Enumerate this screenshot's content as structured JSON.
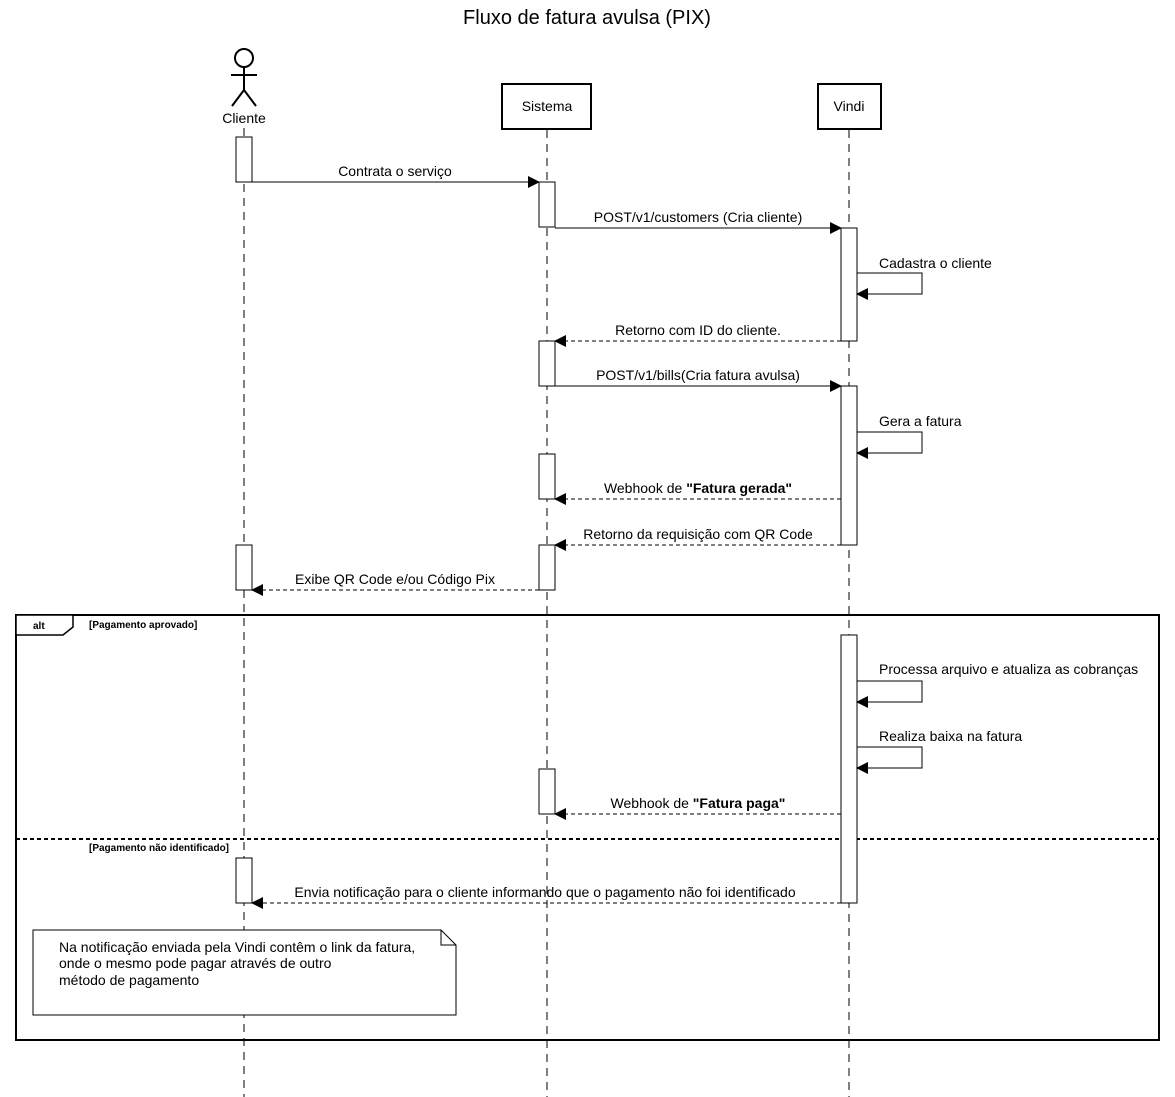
{
  "title": "Fluxo de fatura avulsa (PIX)",
  "participants": [
    {
      "id": "cliente",
      "label": "Cliente",
      "kind": "actor"
    },
    {
      "id": "sistema",
      "label": "Sistema",
      "kind": "box"
    },
    {
      "id": "vindi",
      "label": "Vindi",
      "kind": "box"
    }
  ],
  "messages": [
    {
      "id": "m1",
      "text": "Contrata o serviço"
    },
    {
      "id": "m2",
      "text": "POST/v1/customers (Cria cliente)"
    },
    {
      "id": "m3",
      "text": "Cadastra o cliente"
    },
    {
      "id": "m4",
      "text": "Retorno com ID do cliente."
    },
    {
      "id": "m5",
      "text": "POST/v1/bills(Cria fatura avulsa)"
    },
    {
      "id": "m6",
      "text": "Gera a fatura"
    },
    {
      "id": "m7",
      "prefix": "Webhook de ",
      "bold": "\"Fatura gerada\""
    },
    {
      "id": "m8",
      "text": "Retorno da requisição com QR Code"
    },
    {
      "id": "m9",
      "text": "Exibe QR Code e/ou Código Pix"
    },
    {
      "id": "m10",
      "text": "Processa arquivo e atualiza as cobranças"
    },
    {
      "id": "m11",
      "text": "Realiza baixa na fatura"
    },
    {
      "id": "m12",
      "prefix": "Webhook de ",
      "bold": "\"Fatura paga\""
    },
    {
      "id": "m13",
      "text": "Envia notificação para o cliente informando que o pagamento não foi identificado"
    }
  ],
  "alt_fragment": {
    "operator": "alt",
    "guard1": "[Pagamento aprovado]",
    "guard2": "[Pagamento não identificado]"
  },
  "note": {
    "lines": [
      "Na notificação enviada pela Vindi contêm o link da fatura,",
      "onde o mesmo pode pagar através de outro",
      "método de pagamento"
    ]
  }
}
